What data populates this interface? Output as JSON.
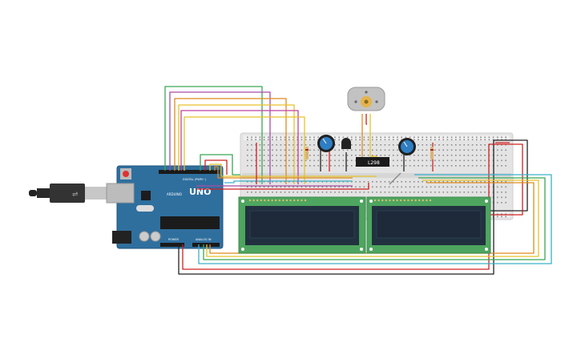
{
  "arduino": {
    "logo_text": "UNO",
    "brand_text": "ARDUINO",
    "digital_label": "DIGITAL (PWM~)",
    "power_label": "POWER",
    "analog_label": "ANALOG IN"
  },
  "ic": {
    "label": "L298"
  },
  "lcd_displays": [
    {
      "line1": "",
      "line2": ""
    },
    {
      "line1": "",
      "line2": ""
    }
  ],
  "colors": {
    "arduino_board": "#2f6f9e",
    "breadboard": "#e6e6e6",
    "lcd_pcb": "#4ea55f",
    "lcd_screen": "#1e2a3a",
    "potentiometer": "#2d7ec4",
    "motor": "#bfbfbf",
    "wire_green": "#3aa655",
    "wire_purple": "#a64ca6",
    "wire_orange": "#e08a1e",
    "wire_yellow": "#e6c229",
    "wire_red": "#d02020",
    "wire_black": "#222222",
    "wire_cyan": "#3ab0c8",
    "wire_magenta": "#c040a0"
  }
}
